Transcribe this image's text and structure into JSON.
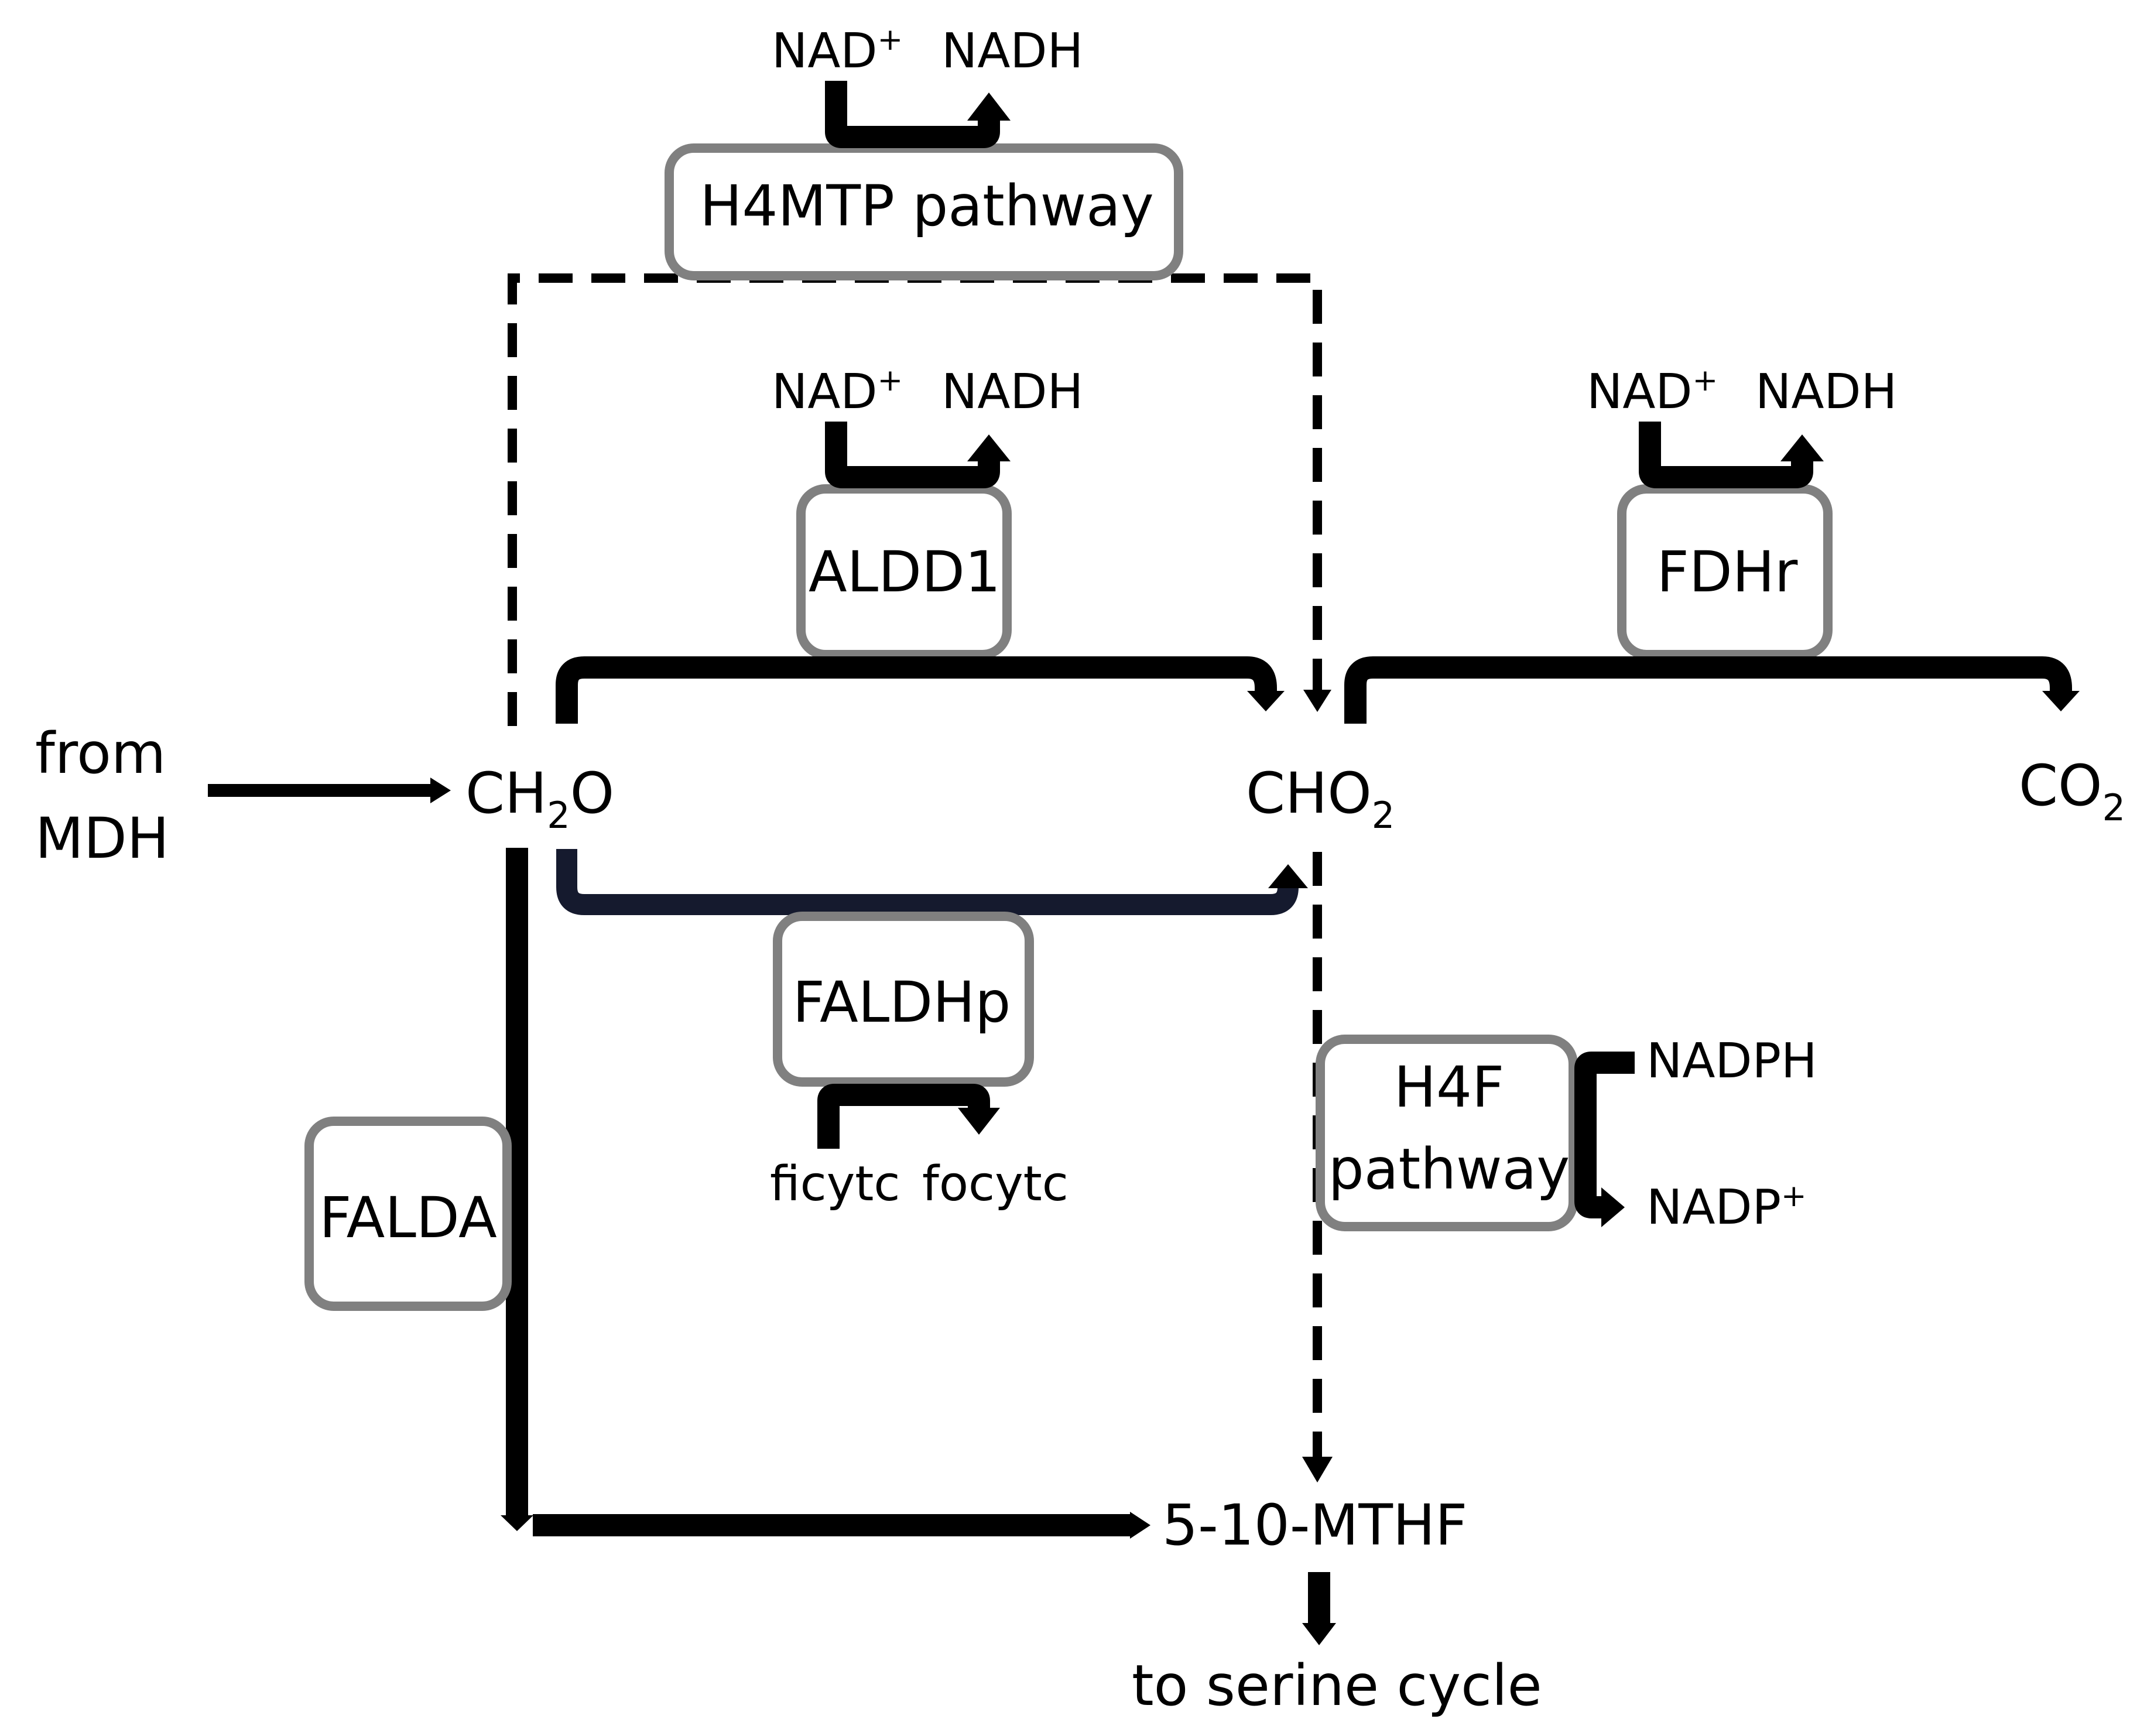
{
  "boxes": {
    "h4mtp": "H4MTP pathway",
    "aldd1": "ALDD1",
    "fdhr": "FDHr",
    "faldhp": "FALDHp",
    "falda": "FALDA",
    "h4f_line1": "H4F",
    "h4f_line2": "pathway"
  },
  "metabolites": {
    "from_line1": "from",
    "from_line2": "MDH",
    "formaldehyde_main": "CH",
    "formaldehyde_sub": "2",
    "formaldehyde_end": "O",
    "formate_main": "CHO",
    "formate_sub": "2",
    "co2_main": "CO",
    "co2_sub": "2",
    "mthf": "5-10-MTHF",
    "serine": "to serine cycle"
  },
  "cofactors": {
    "h4mtp_in_base": "NAD",
    "h4mtp_in_sup": "+",
    "h4mtp_out": "NADH",
    "aldd1_in_base": "NAD",
    "aldd1_in_sup": "+",
    "aldd1_out": "NADH",
    "fdhr_in_base": "NAD",
    "fdhr_in_sup": "+",
    "fdhr_out": "NADH",
    "faldhp_in": "ficytc",
    "faldhp_out": "focytc",
    "h4f_in": "NADPH",
    "h4f_out_base": "NADP",
    "h4f_out_sup": "+"
  }
}
